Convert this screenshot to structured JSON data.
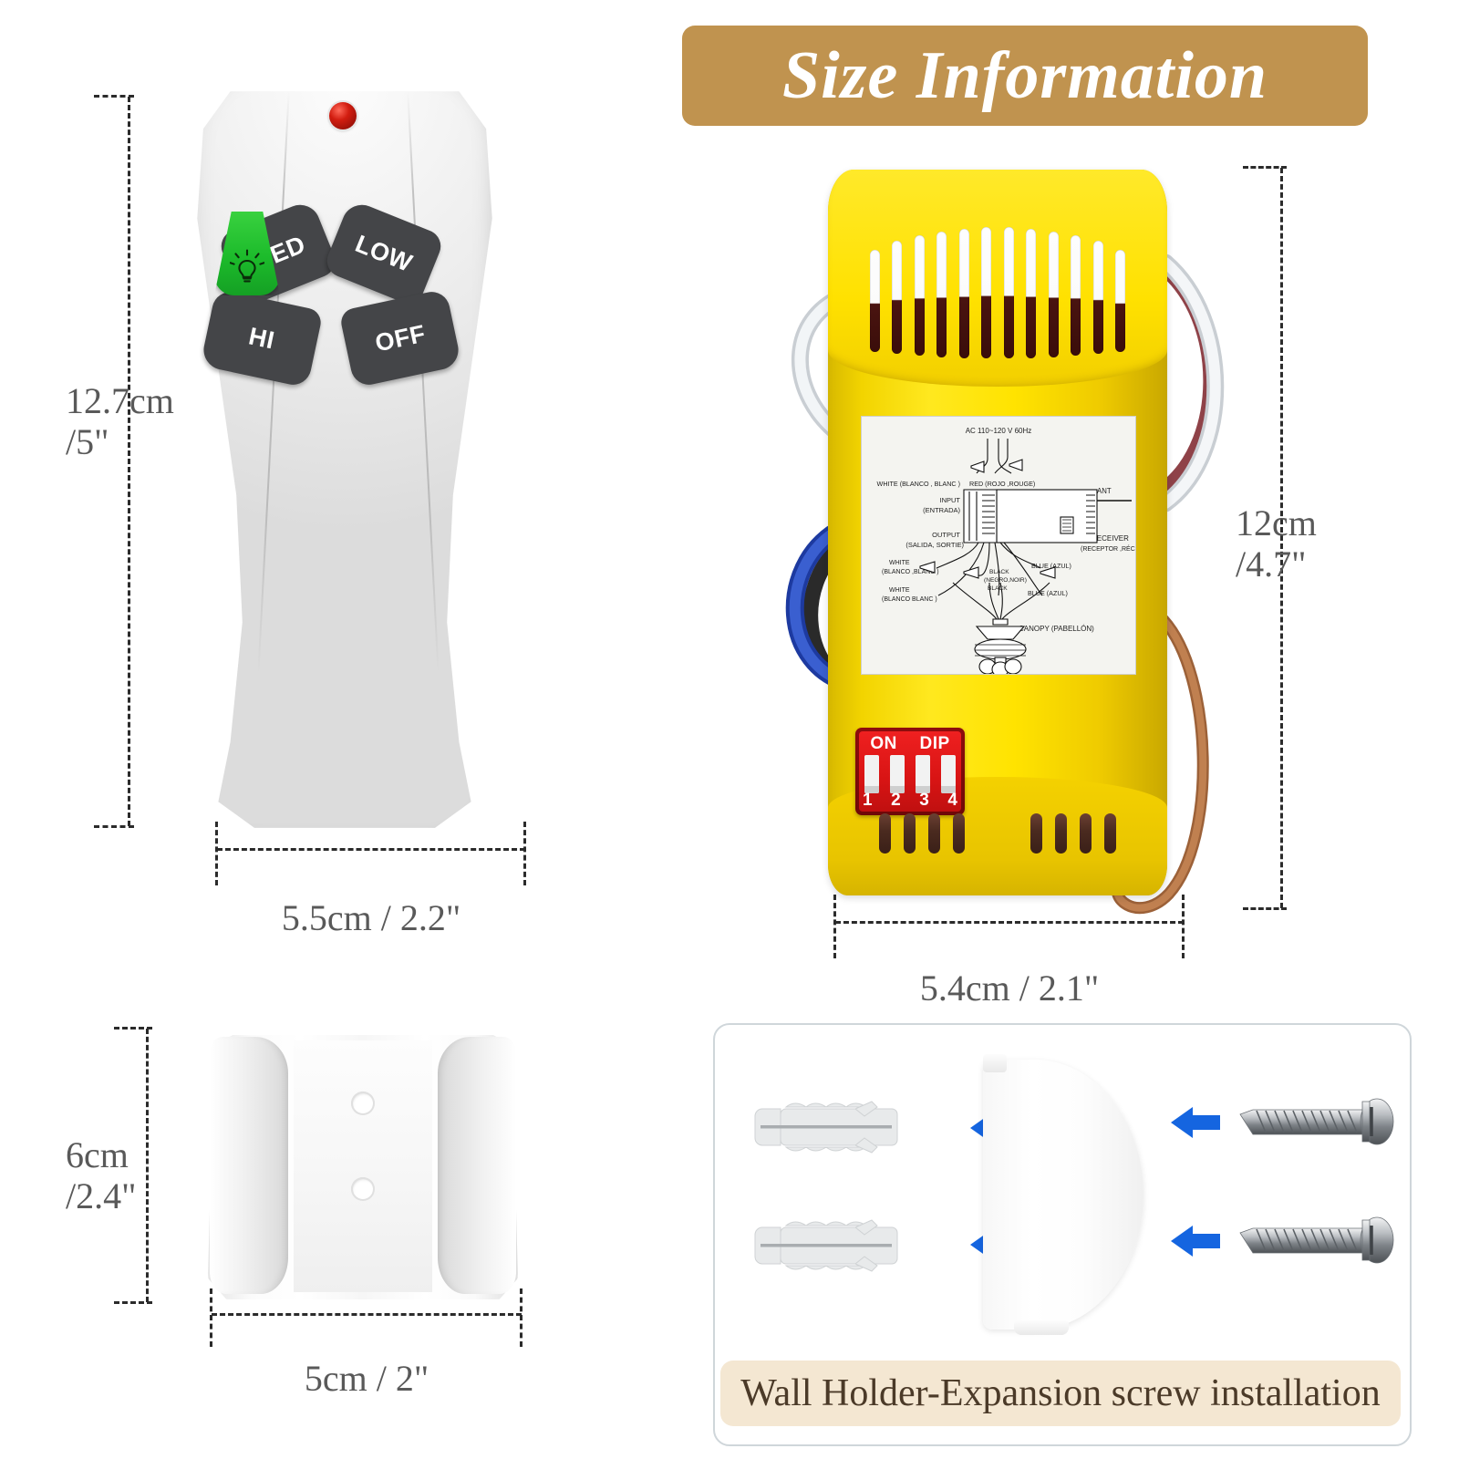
{
  "header": {
    "title": "Size Information",
    "banner_color": "#c0934f",
    "text_color": "#ffffff"
  },
  "remote": {
    "name": "ceiling fan remote control",
    "led": "red-led-indicator",
    "buttons": [
      {
        "id": "med",
        "label": "MED"
      },
      {
        "id": "low",
        "label": "LOW"
      },
      {
        "id": "hi",
        "label": "HI"
      },
      {
        "id": "off",
        "label": "OFF"
      },
      {
        "id": "light",
        "label": "",
        "icon": "light-bulb-icon",
        "color": "#1cbb2b"
      }
    ],
    "button_color": "#444548",
    "dimensions": {
      "height": "12.7cm",
      "height_in": "/5\"",
      "width": "5.5cm / 2.2\""
    }
  },
  "receiver": {
    "name": "ceiling fan receiver module",
    "body_color": "#ffe300",
    "dimensions": {
      "height": "12cm",
      "height_in": "/4.7\"",
      "width": "5.4cm / 2.1\""
    },
    "dip_switch": {
      "on_label": "ON",
      "dip_label": "DIP",
      "numbers": [
        "1",
        "2",
        "3",
        "4"
      ],
      "color": "#d81414"
    },
    "wiring_label": {
      "voltage": "AC 110~120 V 60Hz",
      "input_white": "WHITE (BLANCO , BLANC )",
      "input_red": "RED (ROJO ,ROUGE)",
      "input": "INPUT",
      "input_sub": "(ENTRADA)",
      "ant": "ANT",
      "receiver": "RECEIVER",
      "receiver_sub": "(RECEPTOR ,RÉCEPTEUR )",
      "output": "OUTPUT",
      "output_sub": "(SALIDA, SORTIE)",
      "out_white_1": "WHITE",
      "out_white_1b": "(BLANCO ,BLANC )",
      "out_white_2": "WHITE",
      "out_white_2b": "(BLANCO  BLANC )",
      "out_black": "BLACK",
      "out_black_b": "(NEGRO,NOIR)",
      "out_black_c": "BLACK",
      "out_blue_1": "BLUE (AZUL)",
      "out_blue_2": "BLUE (AZUL)",
      "canopy": "CANOPY (PABELLÓN)"
    },
    "wires": [
      {
        "name": "white-wire-left",
        "color": "#e8eaec"
      },
      {
        "name": "blue-wire-left",
        "color": "#2f4fbf"
      },
      {
        "name": "black-wire-left",
        "color": "#2a2a2a"
      },
      {
        "name": "white-wire-right",
        "color": "#e8eaec"
      },
      {
        "name": "red-wire-right",
        "color": "#8f4248"
      },
      {
        "name": "antenna-wire",
        "color": "#b5764a"
      }
    ]
  },
  "wall_holder": {
    "name": "wall holder bracket",
    "dimensions": {
      "height": "6cm",
      "height_in": "/2.4\"",
      "width": "5cm / 2\""
    },
    "screw_holes": 2
  },
  "installation": {
    "caption": "Wall Holder-Expansion screw installation",
    "caption_bg": "#f4e7d2",
    "parts": [
      {
        "name": "wall-anchor",
        "count": 2
      },
      {
        "name": "wall-holder-bracket",
        "count": 1
      },
      {
        "name": "screw",
        "count": 2
      }
    ],
    "arrow_color": "#1565e0",
    "arrow_count": 4
  }
}
